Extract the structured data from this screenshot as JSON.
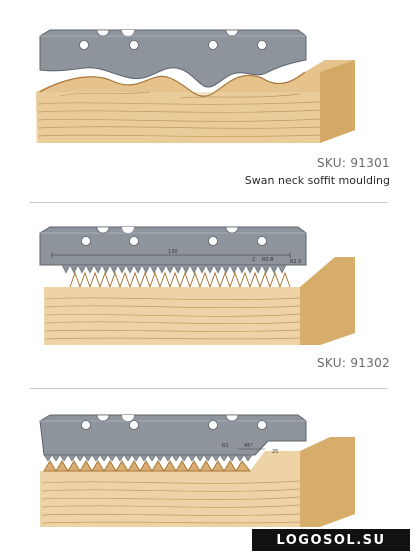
{
  "products": [
    {
      "sku": "SKU: 91301",
      "description": "Swan neck soffit moulding"
    },
    {
      "sku": "SKU: 91302"
    },
    {
      "sku": ""
    }
  ],
  "dimensions": {
    "p2_length": "130",
    "p2_pitch": "2",
    "p2_r1": "R0.8",
    "p2_r2": "R1.5",
    "p3_r": "R1",
    "p3_angle": "45°",
    "p3_len": "25"
  },
  "brand": {
    "label": "LOGOSOL.SU"
  },
  "colors": {
    "knife": "#8d949c",
    "knife_edge": "#5e646b",
    "wood": "#e8c896",
    "wood_grain": "#b8894c",
    "background": "#ffffff"
  }
}
